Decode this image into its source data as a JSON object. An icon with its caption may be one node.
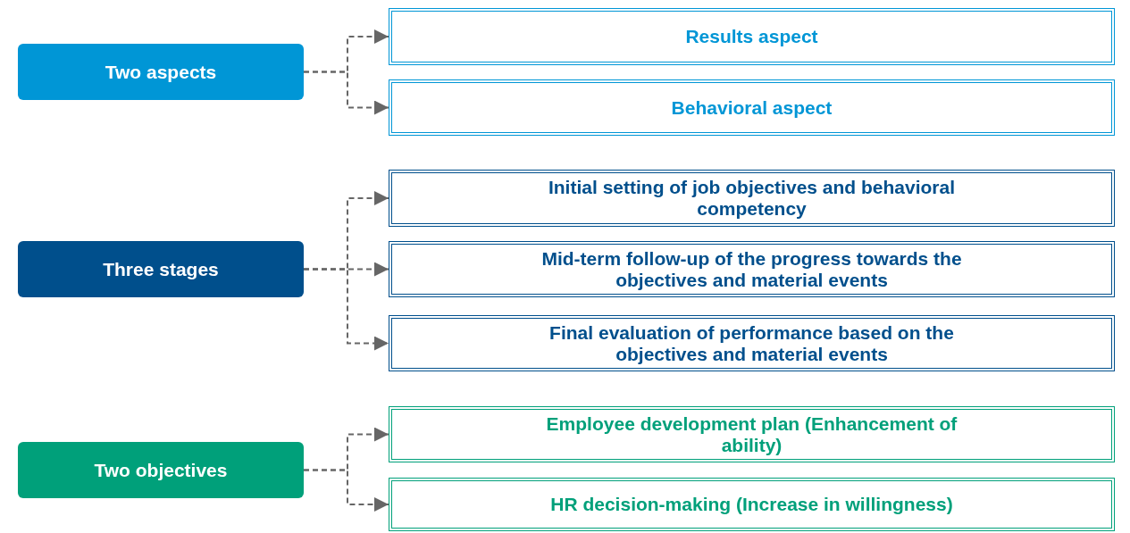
{
  "diagram": {
    "nodes": [
      {
        "text": [
          "Two aspects"
        ]
      },
      {
        "text": [
          "Results aspect"
        ]
      },
      {
        "text": [
          "Behavioral aspect"
        ]
      },
      {
        "text": [
          "Three stages"
        ]
      },
      {
        "text": [
          "Initial setting of job objectives and behavioral competency"
        ]
      },
      {
        "text": [
          "Mid-term follow-up of the progress towards the objectives and material events"
        ]
      },
      {
        "text": [
          "Final evaluation of performance based on the objectives and material events"
        ]
      },
      {
        "text": [
          "Two objectives"
        ]
      },
      {
        "text": [
          "Employee development plan (Enhancement of ability)"
        ]
      },
      {
        "text": [
          "HR decision-making (Increase in willingness)"
        ]
      }
    ],
    "edges": [
      {
        "from": 0,
        "to": 1,
        "arrow": "to",
        "style": "dashed"
      },
      {
        "from": 0,
        "to": 2,
        "arrow": "to",
        "style": "dashed"
      },
      {
        "from": 3,
        "to": 4,
        "arrow": "to",
        "style": "dashed"
      },
      {
        "from": 3,
        "to": 5,
        "arrow": "to",
        "style": "dashed"
      },
      {
        "from": 3,
        "to": 6,
        "arrow": "to",
        "style": "dashed"
      },
      {
        "from": 7,
        "to": 8,
        "arrow": "to",
        "style": "dashed"
      },
      {
        "from": 7,
        "to": 9,
        "arrow": "to",
        "style": "dashed"
      }
    ]
  }
}
